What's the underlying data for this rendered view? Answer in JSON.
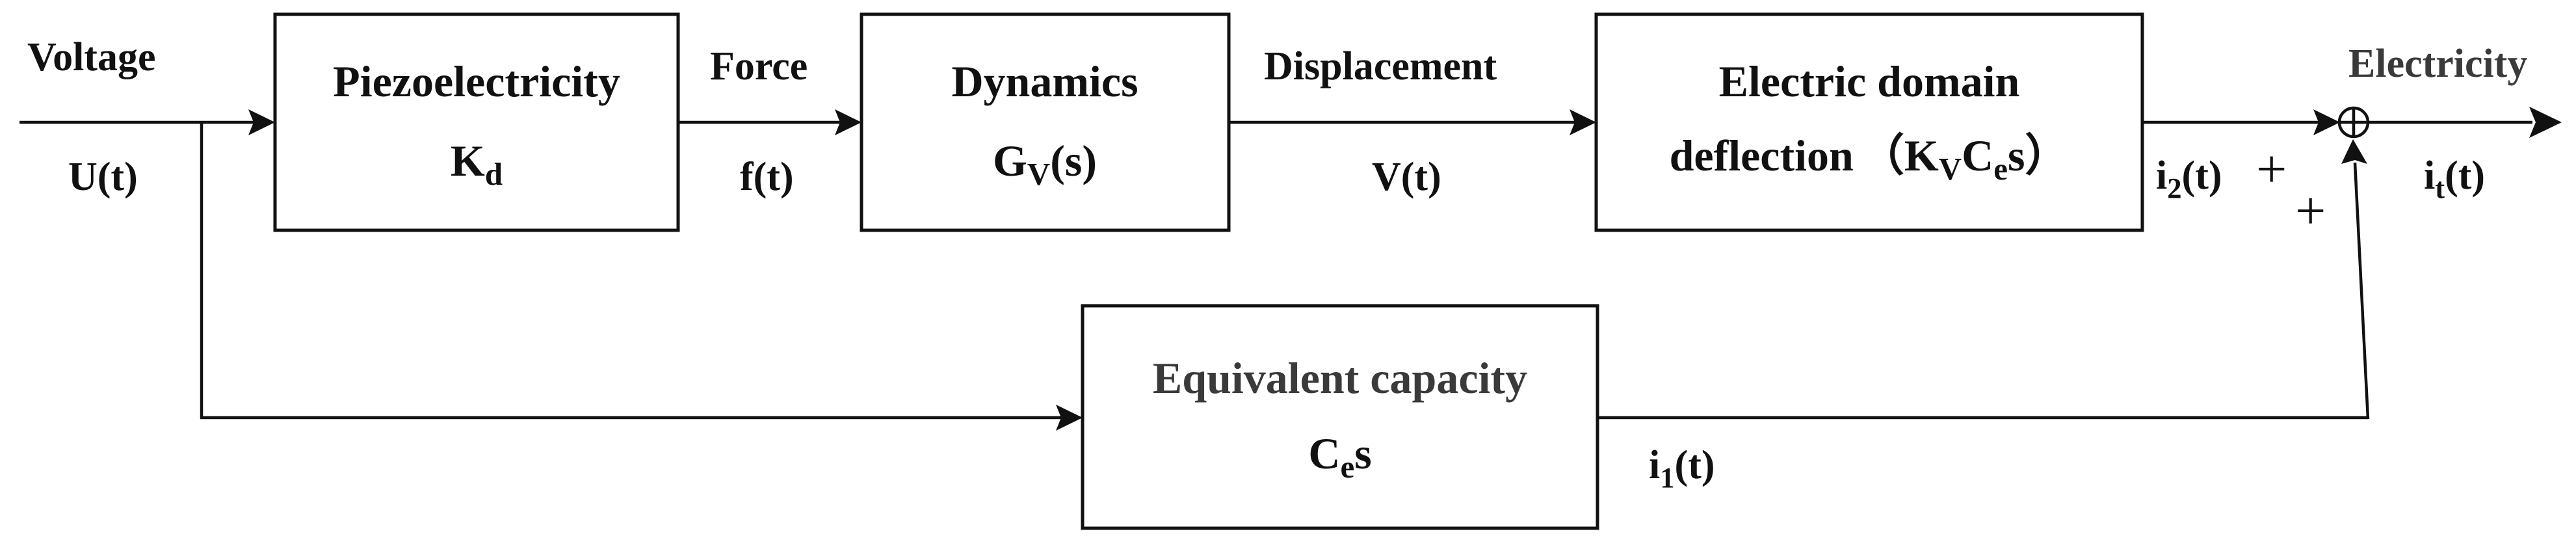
{
  "blocks": {
    "piezo": {
      "title": "Piezoelectricity",
      "sym": "K",
      "sym_sub": "d"
    },
    "dynamics": {
      "title": "Dynamics",
      "sym": "G",
      "sym_sub": "V",
      "sym_tail": "(s)"
    },
    "electric": {
      "title": "Electric domain",
      "line2": "deflection",
      "sym_open": "（K",
      "sym_sub1": "V",
      "sym_mid": "C",
      "sym_sub2": "e",
      "sym_tail": "s）"
    },
    "capacity": {
      "title": "Equivalent capacity",
      "sym": "C",
      "sym_sub": "e",
      "sym_tail": "s"
    }
  },
  "signals": {
    "voltage": "Voltage",
    "u": "U(t)",
    "force": "Force",
    "f": "f(t)",
    "displacement": "Displacement",
    "v": "V(t)",
    "electricity": "Electricity",
    "i2_base": "i",
    "i2_sub": "2",
    "i2_tail": "(t)",
    "it_base": "i",
    "it_sub": "t",
    "it_tail": "(t)",
    "i1_base": "i",
    "i1_sub": "1",
    "i1_tail": "(t)"
  },
  "signs": {
    "plus_top": "+",
    "plus_bottom": "+"
  }
}
